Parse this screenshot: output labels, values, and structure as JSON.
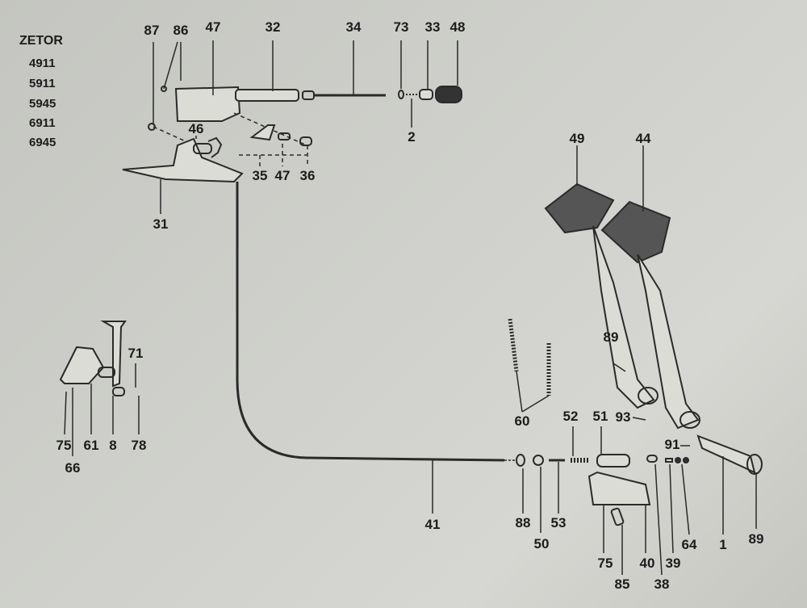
{
  "title": "ZETOR",
  "models": [
    "4911",
    "5911",
    "5945",
    "6911",
    "6945"
  ],
  "part_labels": [
    "87",
    "86",
    "47",
    "32",
    "34",
    "73",
    "33",
    "48",
    "2",
    "46",
    "35",
    "47",
    "36",
    "31",
    "49",
    "44",
    "89",
    "93",
    "91",
    "60",
    "52",
    "51",
    "71",
    "75",
    "66",
    "61",
    "8",
    "78",
    "41",
    "88",
    "50",
    "53",
    "75",
    "85",
    "40",
    "38",
    "39",
    "64",
    "1",
    "89"
  ]
}
